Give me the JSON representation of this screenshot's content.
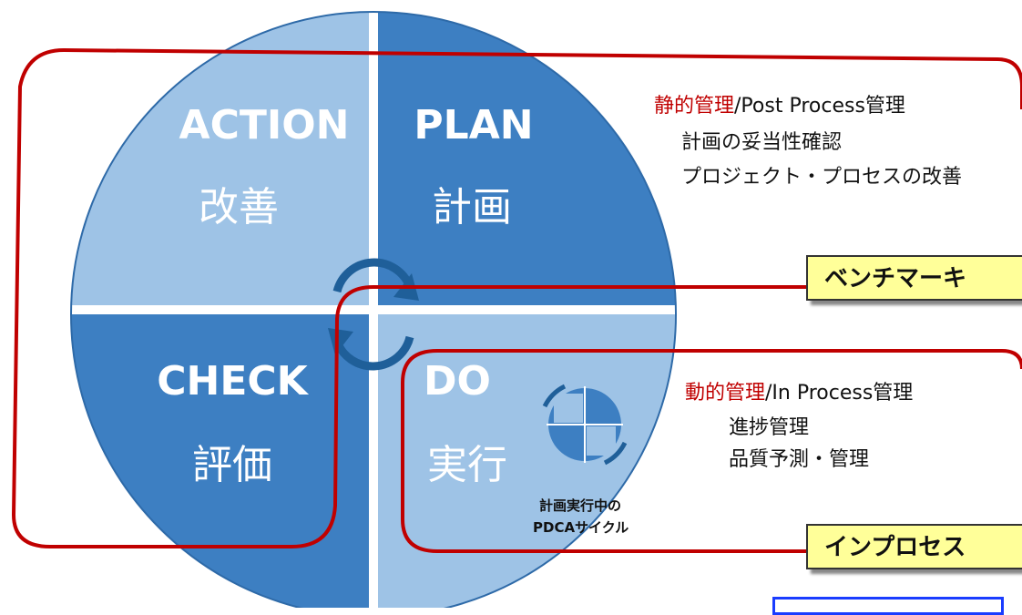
{
  "quadrants": {
    "action": {
      "en": "ACTION",
      "ja": "改善"
    },
    "plan": {
      "en": "PLAN",
      "ja": "計画"
    },
    "check": {
      "en": "CHECK",
      "ja": "評価"
    },
    "do": {
      "en": "DO",
      "ja": "実行"
    }
  },
  "mini_cycle": {
    "line1": "計画実行中の",
    "line2": "PDCAサイクル"
  },
  "static_mgmt": {
    "title_red": "静的管理",
    "title_rest": "/Post Process管理",
    "items": [
      "計画の妥当性確認",
      "プロジェクト・プロセスの改善"
    ]
  },
  "dynamic_mgmt": {
    "title_red": "動的管理",
    "title_rest": "/In Process管理",
    "items": [
      "進捗管理",
      "品質予測・管理"
    ]
  },
  "callouts": {
    "benchmark": "ベンチマーキ",
    "inprocess": "インプロセス"
  },
  "colors": {
    "dark_blue": "#3d7fc2",
    "light_blue": "#9ec3e6",
    "frame_red": "#c00000",
    "callout_yellow": "#ffff99",
    "box_blue": "#1a3cff"
  }
}
